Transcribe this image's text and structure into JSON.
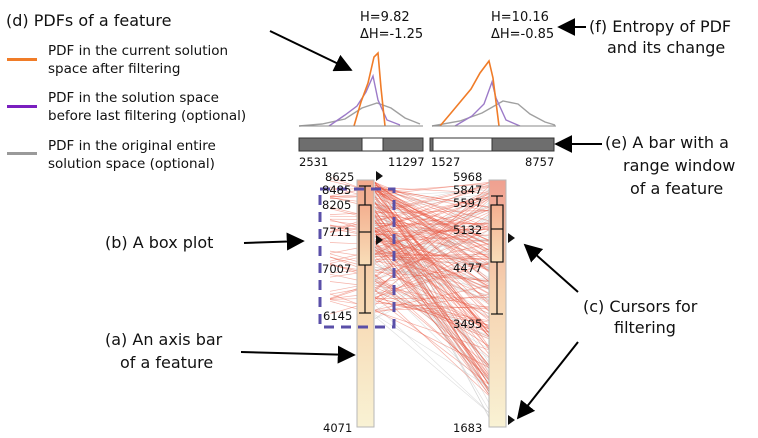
{
  "callouts": {
    "pdfs": "(d) PDFs of a feature",
    "entropy_line1": "(f) Entropy of PDF",
    "entropy_line2": "and its change",
    "range_bar_line1": "(e) A bar with a",
    "range_bar_line2": "range window",
    "range_bar_line3": "of a feature",
    "box_plot": "(b) A box plot",
    "cursors_line1": "(c) Cursors for",
    "cursors_line2": "filtering",
    "axis_bar_line1": "(a) An axis bar",
    "axis_bar_line2": "of a feature"
  },
  "legend": [
    {
      "line1": "PDF in the current solution",
      "line2": "space after filtering",
      "color": "#f07c28"
    },
    {
      "line1": "PDF in the solution space",
      "line2": "before last filtering (optional)",
      "color": "#7a1fbf"
    },
    {
      "line1": "PDF in the original entire",
      "line2": "solution space (optional)",
      "color": "#9a9a9a"
    }
  ],
  "features": [
    {
      "entropy": "H=9.82",
      "entropy_change": "ΔH=-1.25",
      "range_min": "2531",
      "range_max": "11297",
      "axis_ticks": [
        "8625",
        "8485",
        "8205",
        "7711",
        "7007",
        "6145",
        "4071"
      ]
    },
    {
      "entropy": "H=10.16",
      "entropy_change": "ΔH=-0.85",
      "range_min": "1527",
      "range_max": "8757",
      "axis_ticks": [
        "5968",
        "5847",
        "5597",
        "5132",
        "4477",
        "3495",
        "1683"
      ]
    }
  ],
  "colors": {
    "filtered_lines": "#e8553f",
    "context_lines": "#c8c8c8",
    "axis_bar": "#f8f0cc",
    "box_dash": "#5a4fa8",
    "range_bar": "#6e6e6e",
    "pdf_current": "#f07c28",
    "pdf_previous": "#9c7ac8",
    "pdf_original": "#a0a0a0"
  }
}
